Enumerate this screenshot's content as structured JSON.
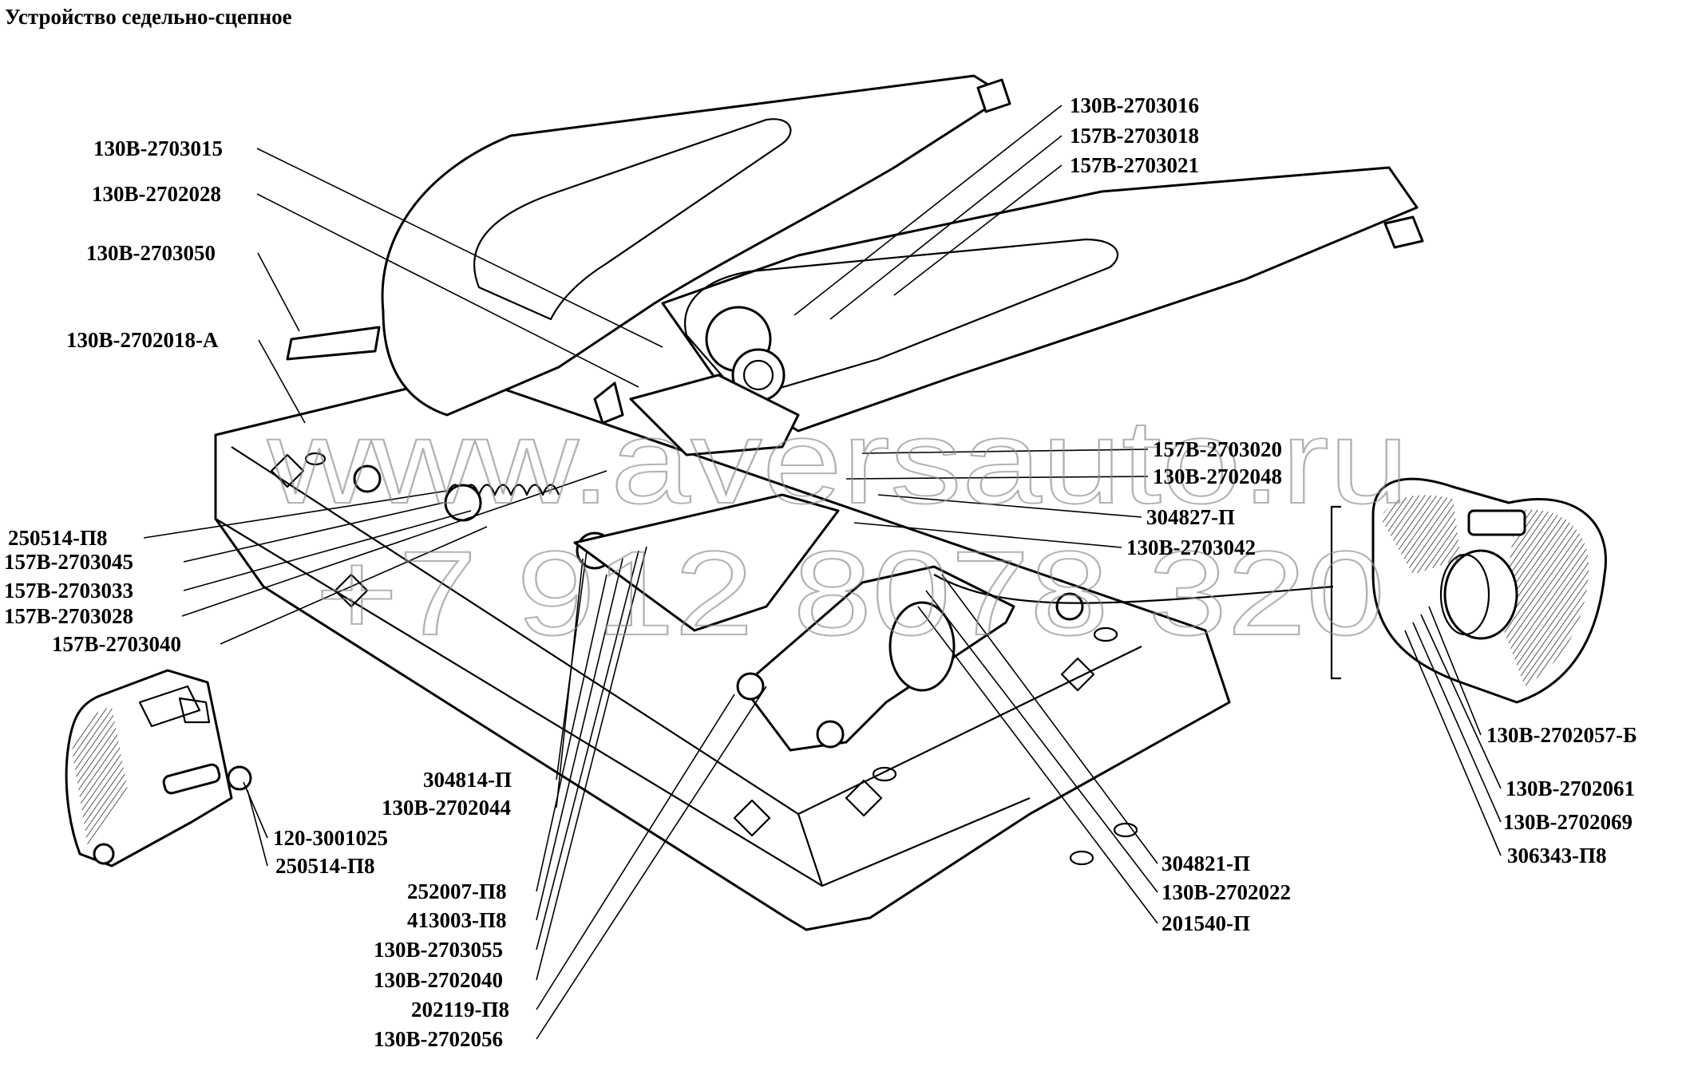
{
  "title": "Устройство седельно-сцепное",
  "watermark": {
    "site": "www.aversauto.ru",
    "phone": "+7 912 8078 320"
  },
  "callouts": {
    "c01": "130В-2703015",
    "c02": "130В-2702028",
    "c03": "130В-2703050",
    "c04": "130В-2702018-А",
    "c05": "250514-П8",
    "c06": "157В-2703045",
    "c07": "157В-2703033",
    "c08": "157В-2703028",
    "c09": "157В-2703040",
    "c10": "130В-2703016",
    "c11": "157В-2703018",
    "c12": "157В-2703021",
    "c13": "157В-2703020",
    "c14": "130В-2702048",
    "c15": "304827-П",
    "c16": "130В-2703042",
    "c17": "304814-П",
    "c18": "130В-2702044",
    "c19": "120-3001025",
    "c20": "250514-П8",
    "c21": "252007-П8",
    "c22": "413003-П8",
    "c23": "130В-2703055",
    "c24": "130В-2702040",
    "c25": "202119-П8",
    "c26": "130В-2702056",
    "c27": "304821-П",
    "c28": "130В-2702022",
    "c29": "201540-П",
    "c30": "130В-2702057-Б",
    "c31": "130В-2702061",
    "c32": "130В-2702069",
    "c33": "306343-П8"
  }
}
